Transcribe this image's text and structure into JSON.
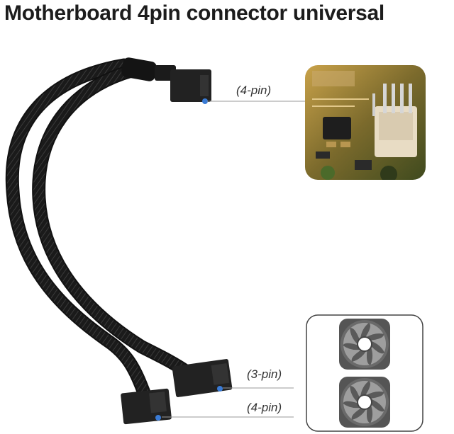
{
  "page": {
    "title": "Motherboard 4pin connector universal"
  },
  "labels": {
    "top_connector": "(4-pin)",
    "fan_connector_a": "(3-pin)",
    "fan_connector_b": "(4-pin)"
  },
  "colors": {
    "cable": "#1a1a1a",
    "connector": "#222222",
    "pin_dot": "#3a7bd5",
    "board": "#6b5a2a",
    "leader_line": "#9a9a9a"
  },
  "icons": {
    "motherboard_photo": "motherboard-header-icon",
    "fan_a": "case-fan-icon",
    "fan_b": "case-fan-icon"
  }
}
